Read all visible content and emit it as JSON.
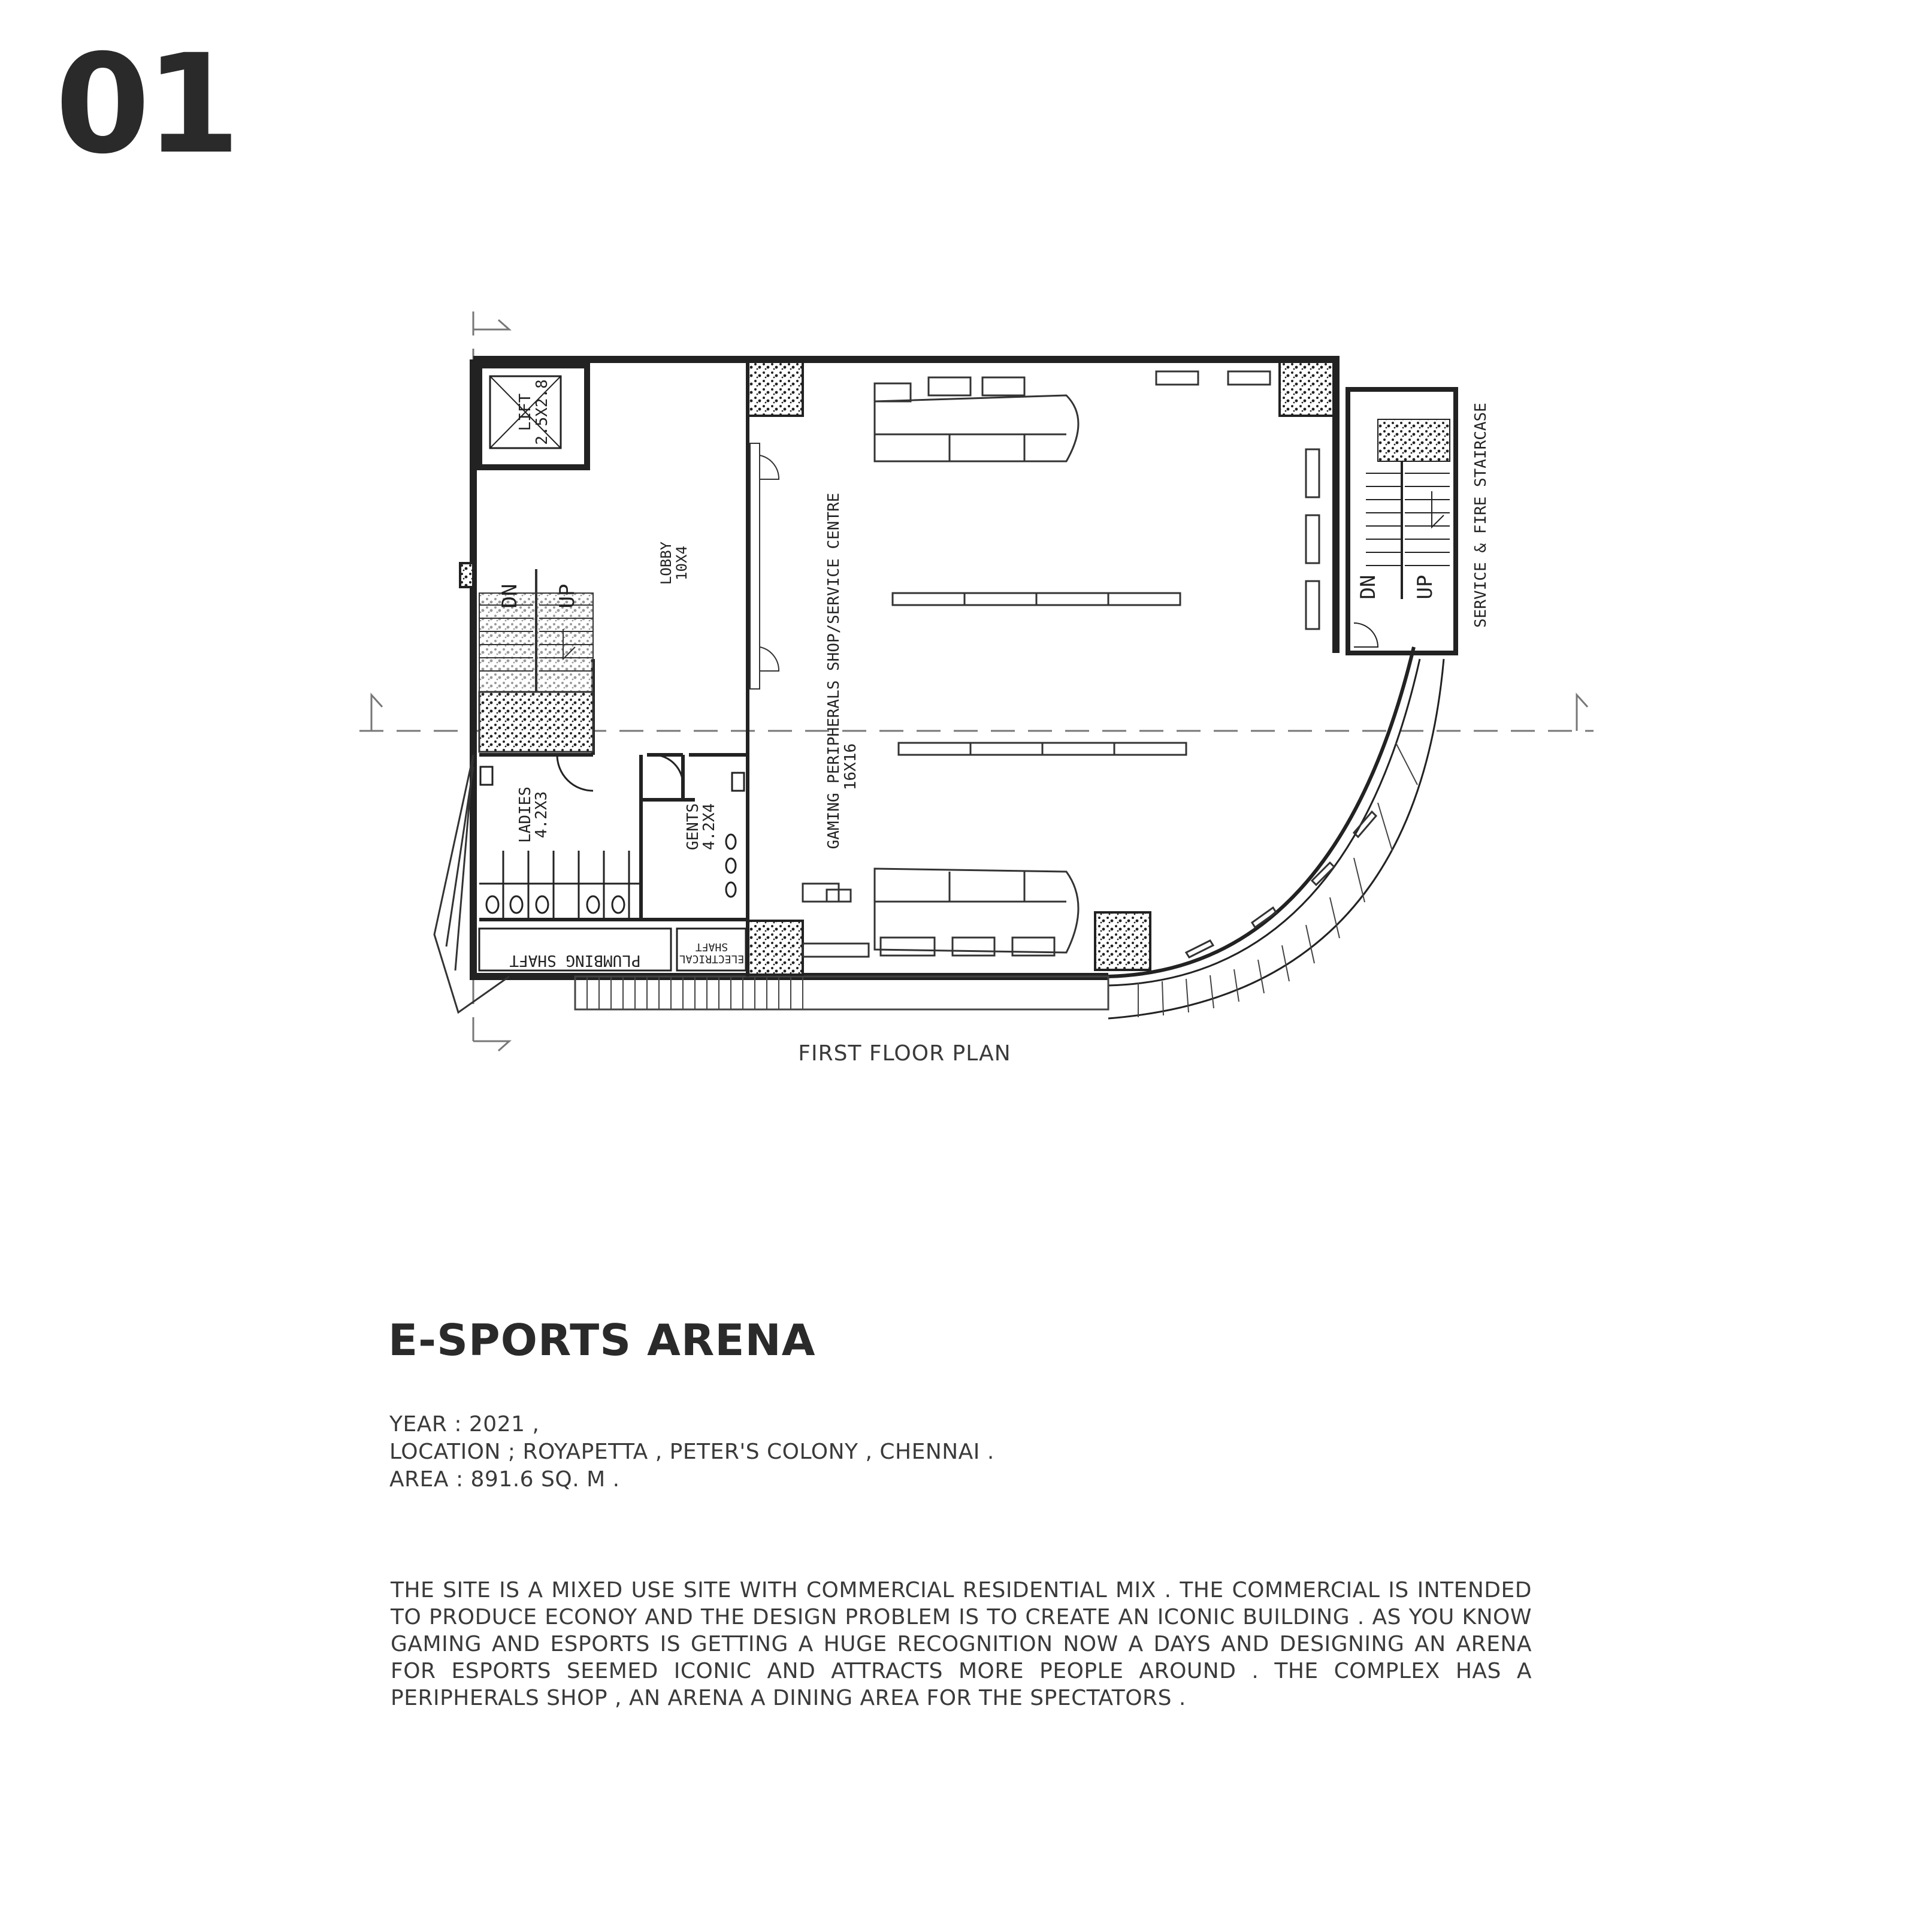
{
  "page_number": "01",
  "plan": {
    "caption": "FIRST FLOOR PLAN",
    "rooms": {
      "lift_name": "LIFT",
      "lift_size": "2.5X2.8",
      "lobby_name": "LOBBY",
      "lobby_size": "10X4",
      "shop_name": "GAMING PERIPHERALS SHOP/SERVICE CENTRE",
      "shop_size": "16X16",
      "ladies_name": "LADIES",
      "ladies_size": "4.2X3",
      "gents_name": "GENTS",
      "gents_size": "4.2X4",
      "plumbing": "PLUMBING SHAFT",
      "electrical_1": "ELECTRICAL",
      "electrical_2": "SHAFT",
      "fire_stair": "SERVICE & FIRE STAIRCASE"
    },
    "stair_marks": {
      "dn": "DN",
      "up": "UP"
    }
  },
  "project": {
    "title": "E-SPORTS ARENA",
    "year": "YEAR : 2021 ,",
    "location": "LOCATION ; ROYAPETTA , PETER'S COLONY , CHENNAI .",
    "area": "AREA : 891.6 SQ. M ."
  },
  "description": "THE SITE IS A MIXED USE SITE WITH COMMERCIAL RESIDENTIAL MIX . THE COMMERCIAL IS INTENDED TO PRODUCE ECONOY AND THE DESIGN PROBLEM IS TO CREATE AN ICONIC BUILDING . AS YOU KNOW GAMING AND ESPORTS IS GETTING A HUGE RECOGNITION NOW A DAYS AND DESIGNING AN ARENA FOR ESPORTS SEEMED ICONIC AND ATTRACTS MORE PEOPLE AROUND . THE COMPLEX HAS A PERIPHERALS SHOP , AN ARENA A DINING AREA FOR THE SPECTATORS ."
}
